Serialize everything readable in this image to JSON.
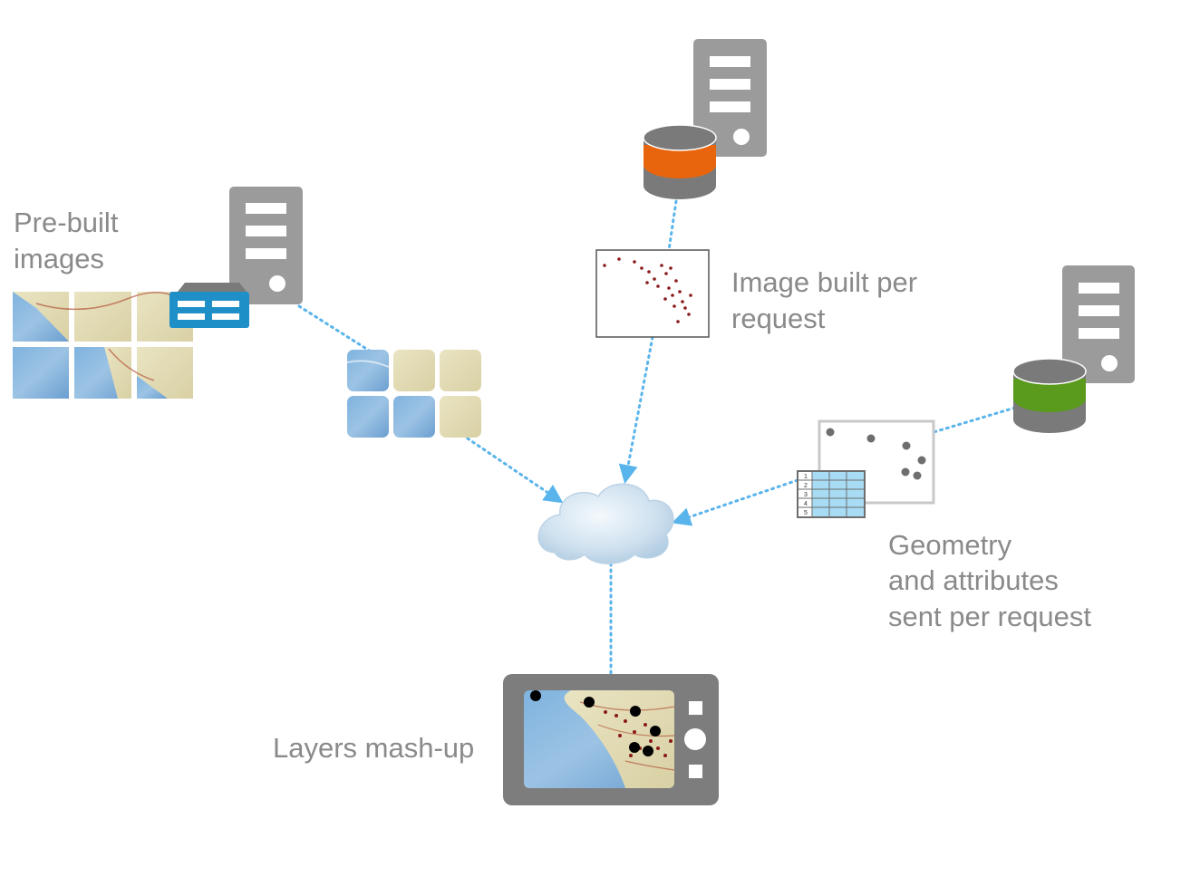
{
  "labels": {
    "prebuilt_line1": "Pre-built",
    "prebuilt_line2": "images",
    "image_built_line1": "Image built per",
    "image_built_line2": "request",
    "geometry_line1": "Geometry",
    "geometry_line2": "and attributes",
    "geometry_line3": "sent per request",
    "mashup": "Layers mash-up"
  },
  "table_rows": [
    "1",
    "2",
    "3",
    "4",
    "5"
  ],
  "colors": {
    "server_gray": "#9b9b9b",
    "db_orange": "#e8650d",
    "db_green": "#5a9a1c",
    "cache_blue": "#1f8fc8",
    "connector_blue": "#5ab4ec",
    "text_gray": "#8a8a8a",
    "device_gray": "#7d7d7d"
  },
  "icons": [
    "server-icon",
    "database-icon",
    "tile-cache-icon",
    "cloud-icon",
    "table-icon",
    "device-icon"
  ]
}
